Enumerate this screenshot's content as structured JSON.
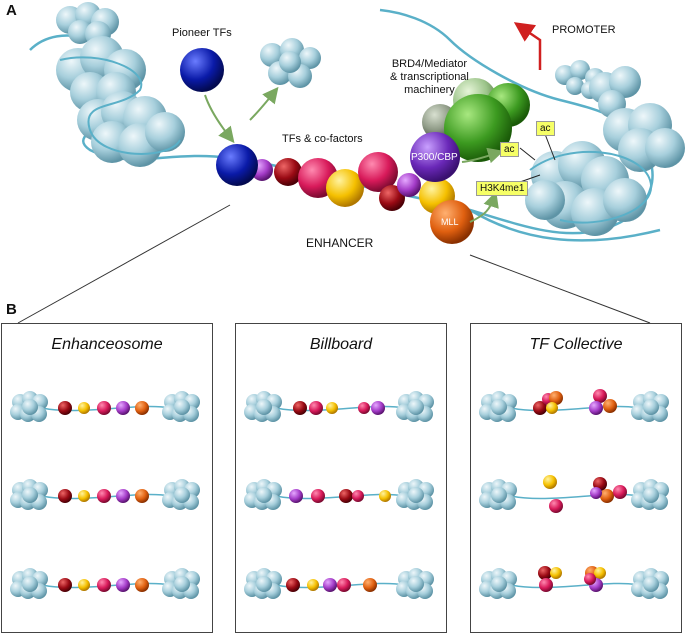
{
  "panel_a": {
    "letter": "A",
    "pioneer": "Pioneer TFs",
    "tfs": "TFs & co-factors",
    "brd4": [
      "BRD4/Mediator",
      "& transcriptional",
      "machinery"
    ],
    "promoter": "PROMOTER",
    "enhancer": "ENHANCER",
    "p300": "P300/CBP",
    "mll": "MLL",
    "ac1": "ac",
    "ac2": "ac",
    "h3k4": "H3K4me1"
  },
  "panel_b": {
    "letter": "B",
    "titles": [
      "Enhanceosome",
      "Billboard",
      "TF Collective"
    ]
  },
  "colors": {
    "nucleosome": "#9cc6d4",
    "dna": "#5ab0c8",
    "pioneer": "#0a1aa8",
    "red": "#9a0a14",
    "pink": "#d81a5a",
    "yellow": "#f5c000",
    "purple": "#a43cc8",
    "orange": "#e06010",
    "green": "#3c9a20",
    "arrow": "#7aa860",
    "promoter_arrow": "#d02020"
  }
}
